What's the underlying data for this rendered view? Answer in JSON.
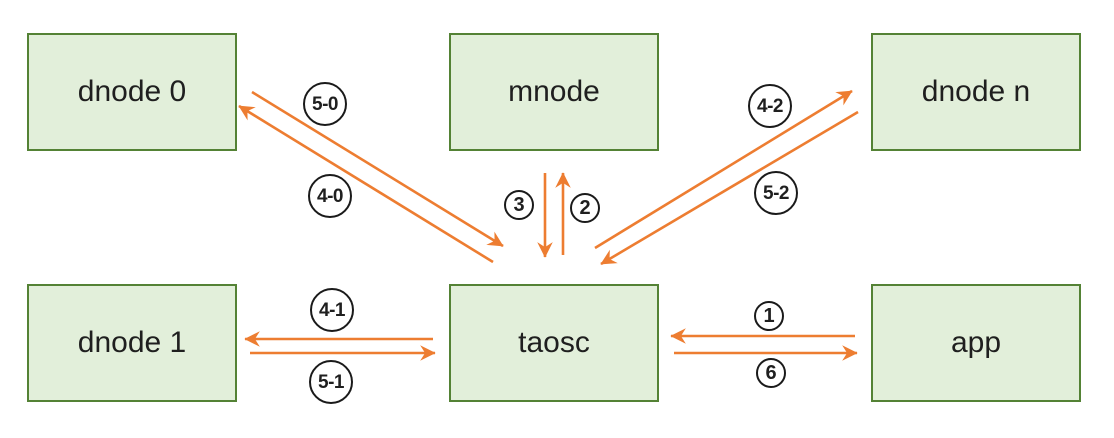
{
  "diagram": {
    "type": "architecture-flow",
    "nodes": [
      {
        "id": "dnode0",
        "label": "dnode 0"
      },
      {
        "id": "mnode",
        "label": "mnode"
      },
      {
        "id": "dnoden",
        "label": "dnode n"
      },
      {
        "id": "dnode1",
        "label": "dnode 1"
      },
      {
        "id": "taosc",
        "label": "taosc"
      },
      {
        "id": "app",
        "label": "app"
      }
    ],
    "edges": [
      {
        "from": "app",
        "to": "taosc",
        "label": "1"
      },
      {
        "from": "taosc",
        "to": "mnode",
        "label": "2"
      },
      {
        "from": "mnode",
        "to": "taosc",
        "label": "3"
      },
      {
        "from": "taosc",
        "to": "dnode 0",
        "label": "4-0"
      },
      {
        "from": "taosc",
        "to": "dnode 1",
        "label": "4-1"
      },
      {
        "from": "taosc",
        "to": "dnode n",
        "label": "4-2"
      },
      {
        "from": "dnode 0",
        "to": "taosc",
        "label": "5-0"
      },
      {
        "from": "dnode 1",
        "to": "taosc",
        "label": "5-1"
      },
      {
        "from": "dnode n",
        "to": "taosc",
        "label": "5-2"
      },
      {
        "from": "taosc",
        "to": "app",
        "label": "6"
      }
    ],
    "colors": {
      "node_fill": "#e2efda",
      "node_border": "#548235",
      "arrow": "#ed7d31",
      "badge_border": "#1a1a1a",
      "text": "#1f1f1f",
      "background": "#ffffff"
    }
  }
}
